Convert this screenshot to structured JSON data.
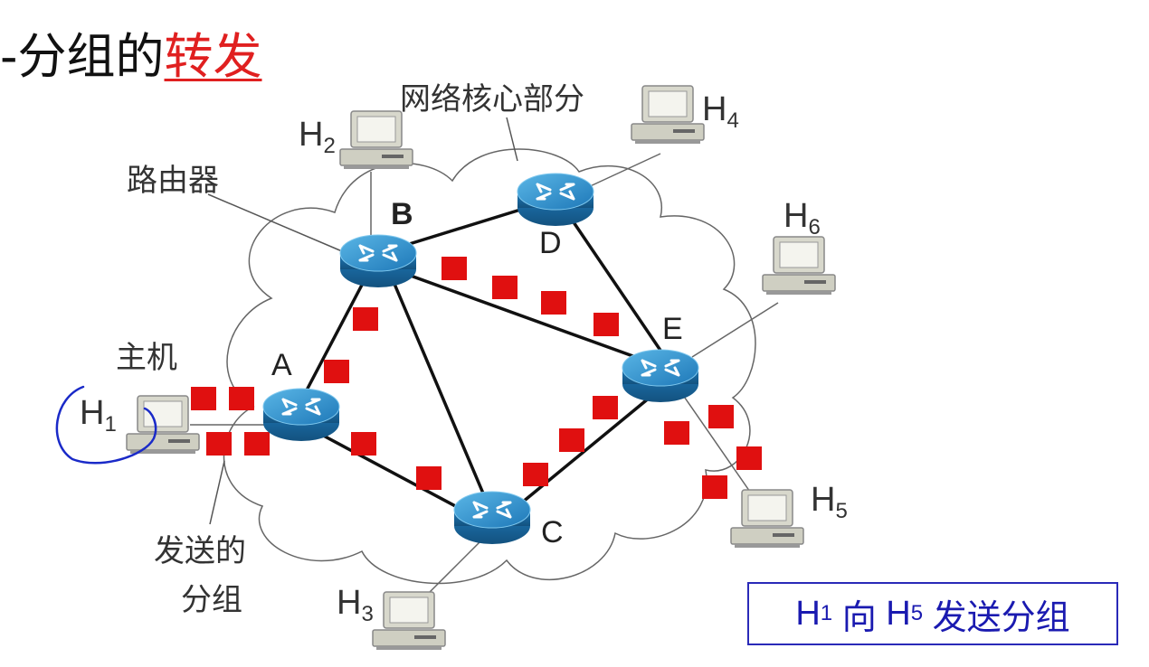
{
  "title": {
    "prefix": "-分组的",
    "accent": "转发"
  },
  "labels": {
    "core": "网络核心部分",
    "router": "路由器",
    "host": "主机",
    "sent_line1": "发送的",
    "sent_line2": "分组"
  },
  "nodes": {
    "A": "A",
    "B": "B",
    "C": "C",
    "D": "D",
    "E": "E"
  },
  "hosts": {
    "h1": {
      "letter": "H",
      "sub": "1"
    },
    "h2": {
      "letter": "H",
      "sub": "2"
    },
    "h3": {
      "letter": "H",
      "sub": "3"
    },
    "h4": {
      "letter": "H",
      "sub": "4"
    },
    "h5": {
      "letter": "H",
      "sub": "5"
    },
    "h6": {
      "letter": "H",
      "sub": "6"
    }
  },
  "caption": {
    "h1": "H",
    "h1_sub": "1",
    "mid": " 向 ",
    "h5": "H",
    "h5_sub": "5",
    "tail": " 发送分组"
  },
  "colors": {
    "packet": "#e01010",
    "caption": "#1a1ab0",
    "router": "#2b8fc9",
    "accent": "#e02020"
  }
}
